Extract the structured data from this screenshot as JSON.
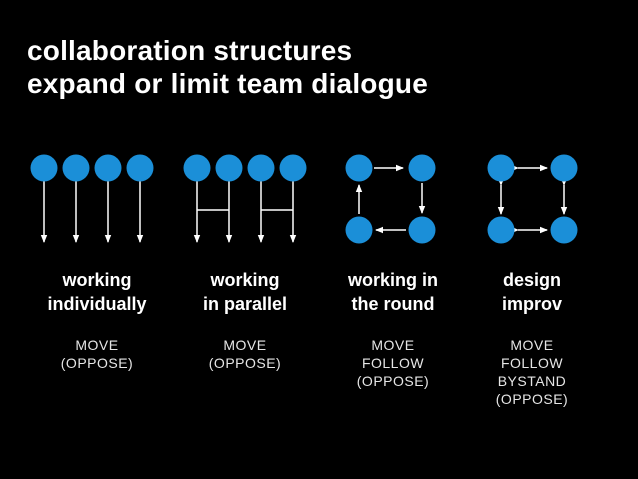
{
  "title": {
    "line1": "collaboration structures",
    "line2": "expand or limit team dialogue"
  },
  "colors": {
    "background": "#000000",
    "node": "#1b8fd8",
    "text": "#ffffff",
    "line": "#ffffff"
  },
  "structures": [
    {
      "name_lines": [
        "working",
        "individually"
      ],
      "verbs": [
        "MOVE",
        "(OPPOSE)"
      ]
    },
    {
      "name_lines": [
        "working",
        "in parallel"
      ],
      "verbs": [
        "MOVE",
        "(OPPOSE)"
      ]
    },
    {
      "name_lines": [
        "working in",
        "the round"
      ],
      "verbs": [
        "MOVE",
        "FOLLOW",
        "(OPPOSE)"
      ]
    },
    {
      "name_lines": [
        "design",
        "improv"
      ],
      "verbs": [
        "MOVE",
        "FOLLOW",
        "BYSTAND",
        "(OPPOSE)"
      ]
    }
  ]
}
